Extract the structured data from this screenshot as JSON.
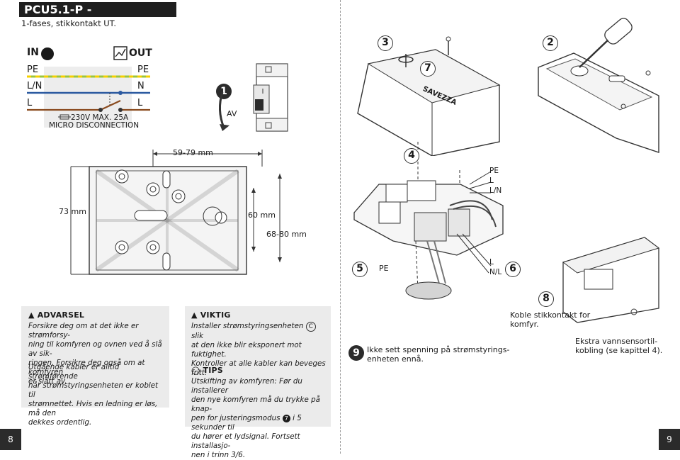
{
  "header": {
    "title": "PCU5.1-P - INSTALLASJON",
    "subtitle": "1-fases, stikkontakt UT."
  },
  "wiring": {
    "in_label": "IN",
    "out_label": "OUT",
    "left": [
      "PE",
      "L/N",
      "L"
    ],
    "right": [
      "PE",
      "N",
      "L"
    ],
    "breaker_line1": "230V MAX. 25A",
    "breaker_line2": "MICRO DISCONNECTION"
  },
  "breaker": {
    "step": "1",
    "label": "AV"
  },
  "dimensions": {
    "width": "59-79 mm",
    "height": "73 mm",
    "hole": "60 mm",
    "range": "68-80 mm"
  },
  "steps": {
    "s2": "2",
    "s3": "3",
    "s4": "4",
    "s5": "5",
    "s6": "6",
    "s7": "7",
    "s8": "8",
    "s9": "9"
  },
  "device_labels": {
    "pe_top": "PE",
    "l_top": "L",
    "ln_top": "L/N",
    "pe_bottom": "PE",
    "l_bottom": "L",
    "nl_bottom": "N/L",
    "logo": "SAVEZZA"
  },
  "warning": {
    "heading": "ADVARSEL",
    "p1": [
      "Forsikre deg om at det ikke er strømforsy-",
      "ning til komfyren og ovnen ved å slå av sik-",
      "ringen. Forsikre deg også om at komfyren",
      "er slått av."
    ],
    "p2": [
      "Utgående kabler er alltid strømførende",
      "når strømstyringsenheten er koblet til",
      "strømnettet. Hvis en ledning er løs, må den",
      "dekkes ordentlig."
    ]
  },
  "important": {
    "heading": "VIKTIG",
    "p1": [
      "Installer strømstyringsenheten",
      "slik",
      "at den ikke blir eksponert mot fuktighet.",
      "Kontroller at alle kabler kan beveges fritt."
    ],
    "c_symbol": "C"
  },
  "tips": {
    "heading": "TIPS",
    "lines": [
      "Utskifting av komfyren: Før du installerer",
      "den nye komfyren må du trykke på knap-",
      "pen for justeringsmodus",
      "i 5 sekunder til",
      "du hører et lydsignal. Fortsett installasjo-",
      "nen i trinn 3/6."
    ],
    "mode_num": "7"
  },
  "step9": {
    "lines": [
      "Ikke sett spenning på strømstyrings-",
      "enheten ennå."
    ]
  },
  "step8": {
    "connect": [
      "Koble stikkontakt for",
      "komfyr."
    ],
    "sensor": [
      "Ekstra vannsensortil-",
      "kobling (se kapittel 4)."
    ]
  },
  "pages": {
    "left": "8",
    "right": "9"
  }
}
